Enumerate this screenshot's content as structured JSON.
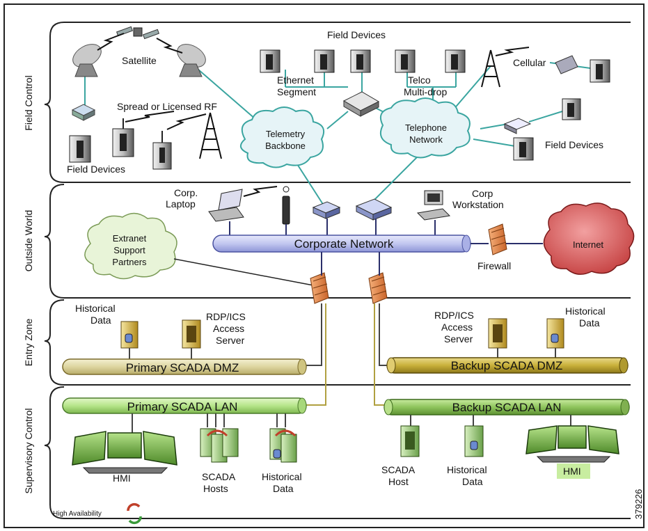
{
  "zones": {
    "field_control": "Field Control",
    "outside_world": "Outside World",
    "entry_zone": "Entry Zone",
    "supervisory_control": "Supervisory Control"
  },
  "field": {
    "satellite": "Satellite",
    "spread_rf": "Spread or Licensed RF",
    "field_devices_left": "Field Devices",
    "field_devices_top": "Field Devices",
    "field_devices_right": "Field Devices",
    "ethernet_line1": "Ethernet",
    "ethernet_line2": "Segment",
    "telco_line1": "Telco",
    "telco_line2": "Multi-drop",
    "cellular": "Cellular",
    "telemetry_line1": "Telemetry",
    "telemetry_line2": "Backbone",
    "telephone_line1": "Telephone",
    "telephone_line2": "Network"
  },
  "outside": {
    "corp_laptop_line1": "Corp.",
    "corp_laptop_line2": "Laptop",
    "corp_ws_line1": "Corp",
    "corp_ws_line2": "Workstation",
    "corporate_network": "Corporate Network",
    "extranet_line1": "Extranet",
    "extranet_line2": "Support",
    "extranet_line3": "Partners",
    "firewall": "Firewall",
    "internet": "Internet"
  },
  "entry": {
    "historical_left_line1": "Historical",
    "historical_left_line2": "Data",
    "rdp_left_line1": "RDP/ICS",
    "rdp_left_line2": "Access",
    "rdp_left_line3": "Server",
    "primary_dmz": "Primary SCADA DMZ",
    "rdp_right_line1": "RDP/ICS",
    "rdp_right_line2": "Access",
    "rdp_right_line3": "Server",
    "historical_right_line1": "Historical",
    "historical_right_line2": "Data",
    "backup_dmz": "Backup SCADA DMZ"
  },
  "supervisory": {
    "primary_lan": "Primary SCADA LAN",
    "backup_lan": "Backup SCADA LAN",
    "hmi_left": "HMI",
    "scada_hosts_line1": "SCADA",
    "scada_hosts_line2": "Hosts",
    "hist_primary_line1": "Historical",
    "hist_primary_line2": "Data",
    "scada_host_line1": "SCADA",
    "scada_host_line2": "Host",
    "hist_backup_line1": "Historical",
    "hist_backup_line2": "Data",
    "hmi_right": "HMI"
  },
  "footer": {
    "high_availability": "High Availability",
    "figure_id": "379226"
  },
  "colors": {
    "link": "#3aa5a0",
    "corp_pipe": "#c9cdf2",
    "dmz_primary": "#ddd6a0",
    "dmz_backup": "#c9b13a",
    "lan_primary": "#b6e58a",
    "lan_backup": "#8ec45c",
    "internet": "#d84b4b",
    "firewall": "#e8894a"
  }
}
